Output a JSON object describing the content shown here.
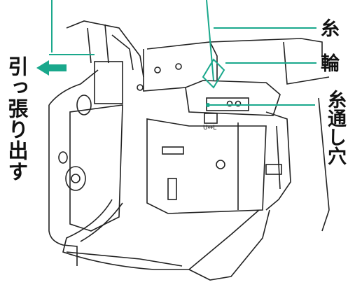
{
  "labels": {
    "thread": "糸",
    "loop": "輪",
    "thread_hole": "糸通し穴",
    "pull_out": "引っ張り出す"
  },
  "dial_marking": "U↔L",
  "colors": {
    "accent": "#1aa88c",
    "line": "#222222",
    "background": "#ffffff"
  }
}
